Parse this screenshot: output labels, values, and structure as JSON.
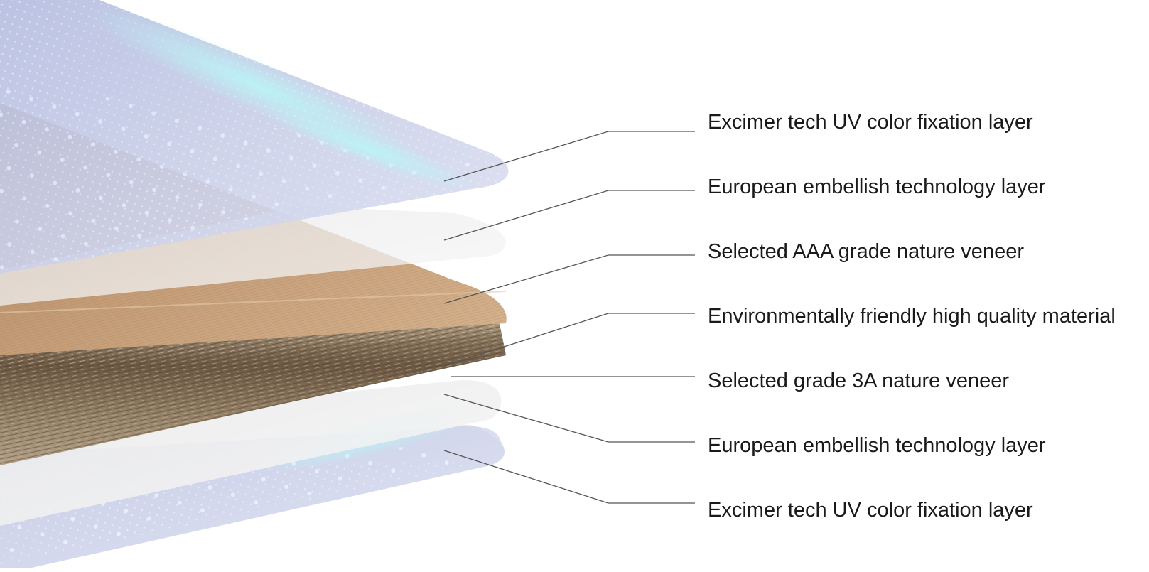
{
  "layers": [
    {
      "label": "Excimer tech UV color fixation layer"
    },
    {
      "label": "European embellish technology layer"
    },
    {
      "label": "Selected AAA grade nature veneer"
    },
    {
      "label": "Environmentally friendly high quality material"
    },
    {
      "label": "Selected grade 3A nature veneer"
    },
    {
      "label": "European embellish technology layer"
    },
    {
      "label": "Excimer tech UV color fixation layer"
    }
  ],
  "colors": {
    "background": "#ffffff",
    "uv_layer": "#c7cde6",
    "uv_dots": "#e8f6ff",
    "uv_glow": "#9fe9f0",
    "embellish_layer": "#f2f2f2",
    "veneer": "#c39a72",
    "core": "#8f7860",
    "leader_line": "#555555",
    "text": "#1a1a1a"
  }
}
